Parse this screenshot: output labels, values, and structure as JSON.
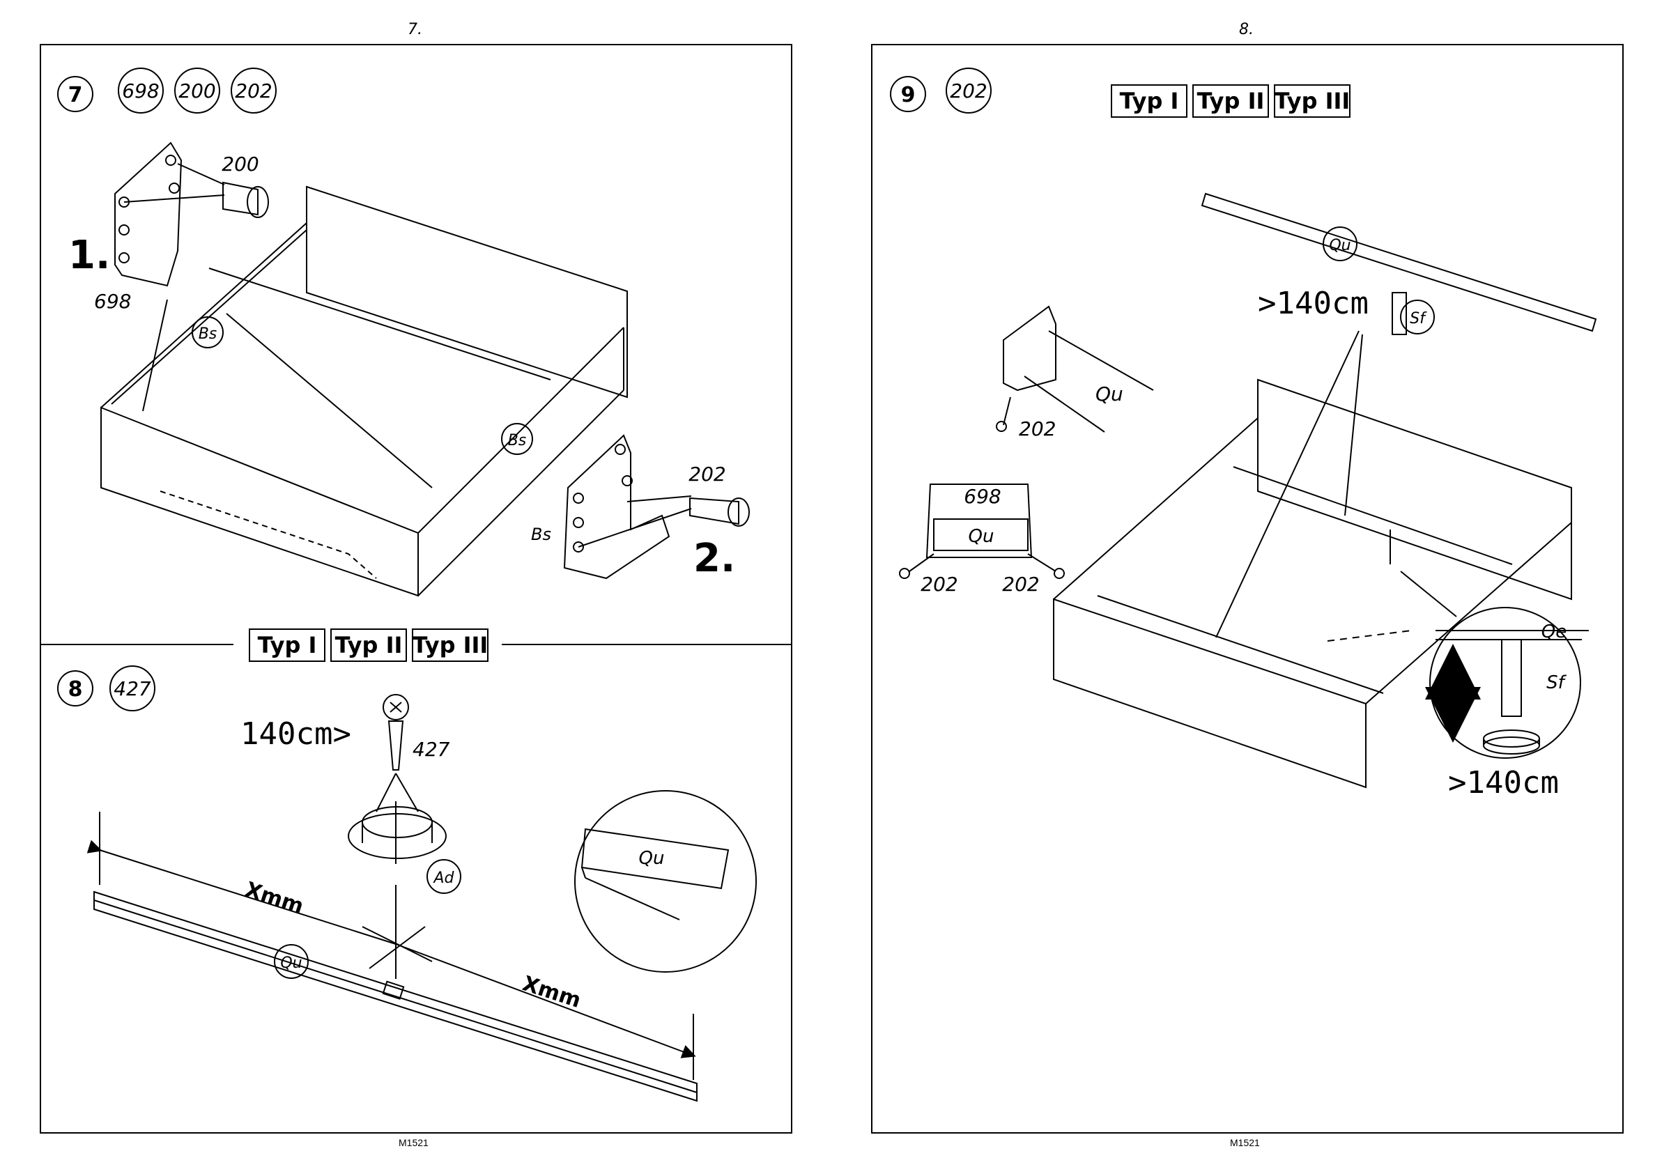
{
  "pages": {
    "left": {
      "number": "7.",
      "code": "M1521"
    },
    "right": {
      "number": "8.",
      "code": "M1521"
    }
  },
  "steps": {
    "s7": {
      "number": "7",
      "parts": [
        "698",
        "200",
        "202"
      ],
      "sub1": "1.",
      "sub2": "2.",
      "labels": {
        "screw_a": "200",
        "bracket_a": "698",
        "rail_a": "Bs",
        "rail_b": "Bs",
        "bs_side": "Bs",
        "screw_b": "202"
      }
    },
    "s8": {
      "number": "8",
      "parts": [
        "427"
      ],
      "types": [
        "Typ I",
        "Typ II",
        "Typ III"
      ],
      "size": "140cm>",
      "labels": {
        "screw": "427",
        "adapter": "Ad",
        "beam": "Qu",
        "detail": "Qu",
        "dim_left": "Xmm",
        "dim_right": "Xmm"
      }
    },
    "s9": {
      "number": "9",
      "parts": [
        "202"
      ],
      "types": [
        "Typ I",
        "Typ II",
        "Typ III"
      ],
      "size_top": ">140cm",
      "size_bottom": ">140cm",
      "labels": {
        "beam": "Qu",
        "foot": "Sf",
        "bracket_qu": "Qu",
        "screw_top": "202",
        "bracket_num": "698",
        "bracket_label": "Qu",
        "screw_l": "202",
        "screw_r": "202",
        "qe": "Qe",
        "sf_detail": "Sf"
      }
    }
  }
}
